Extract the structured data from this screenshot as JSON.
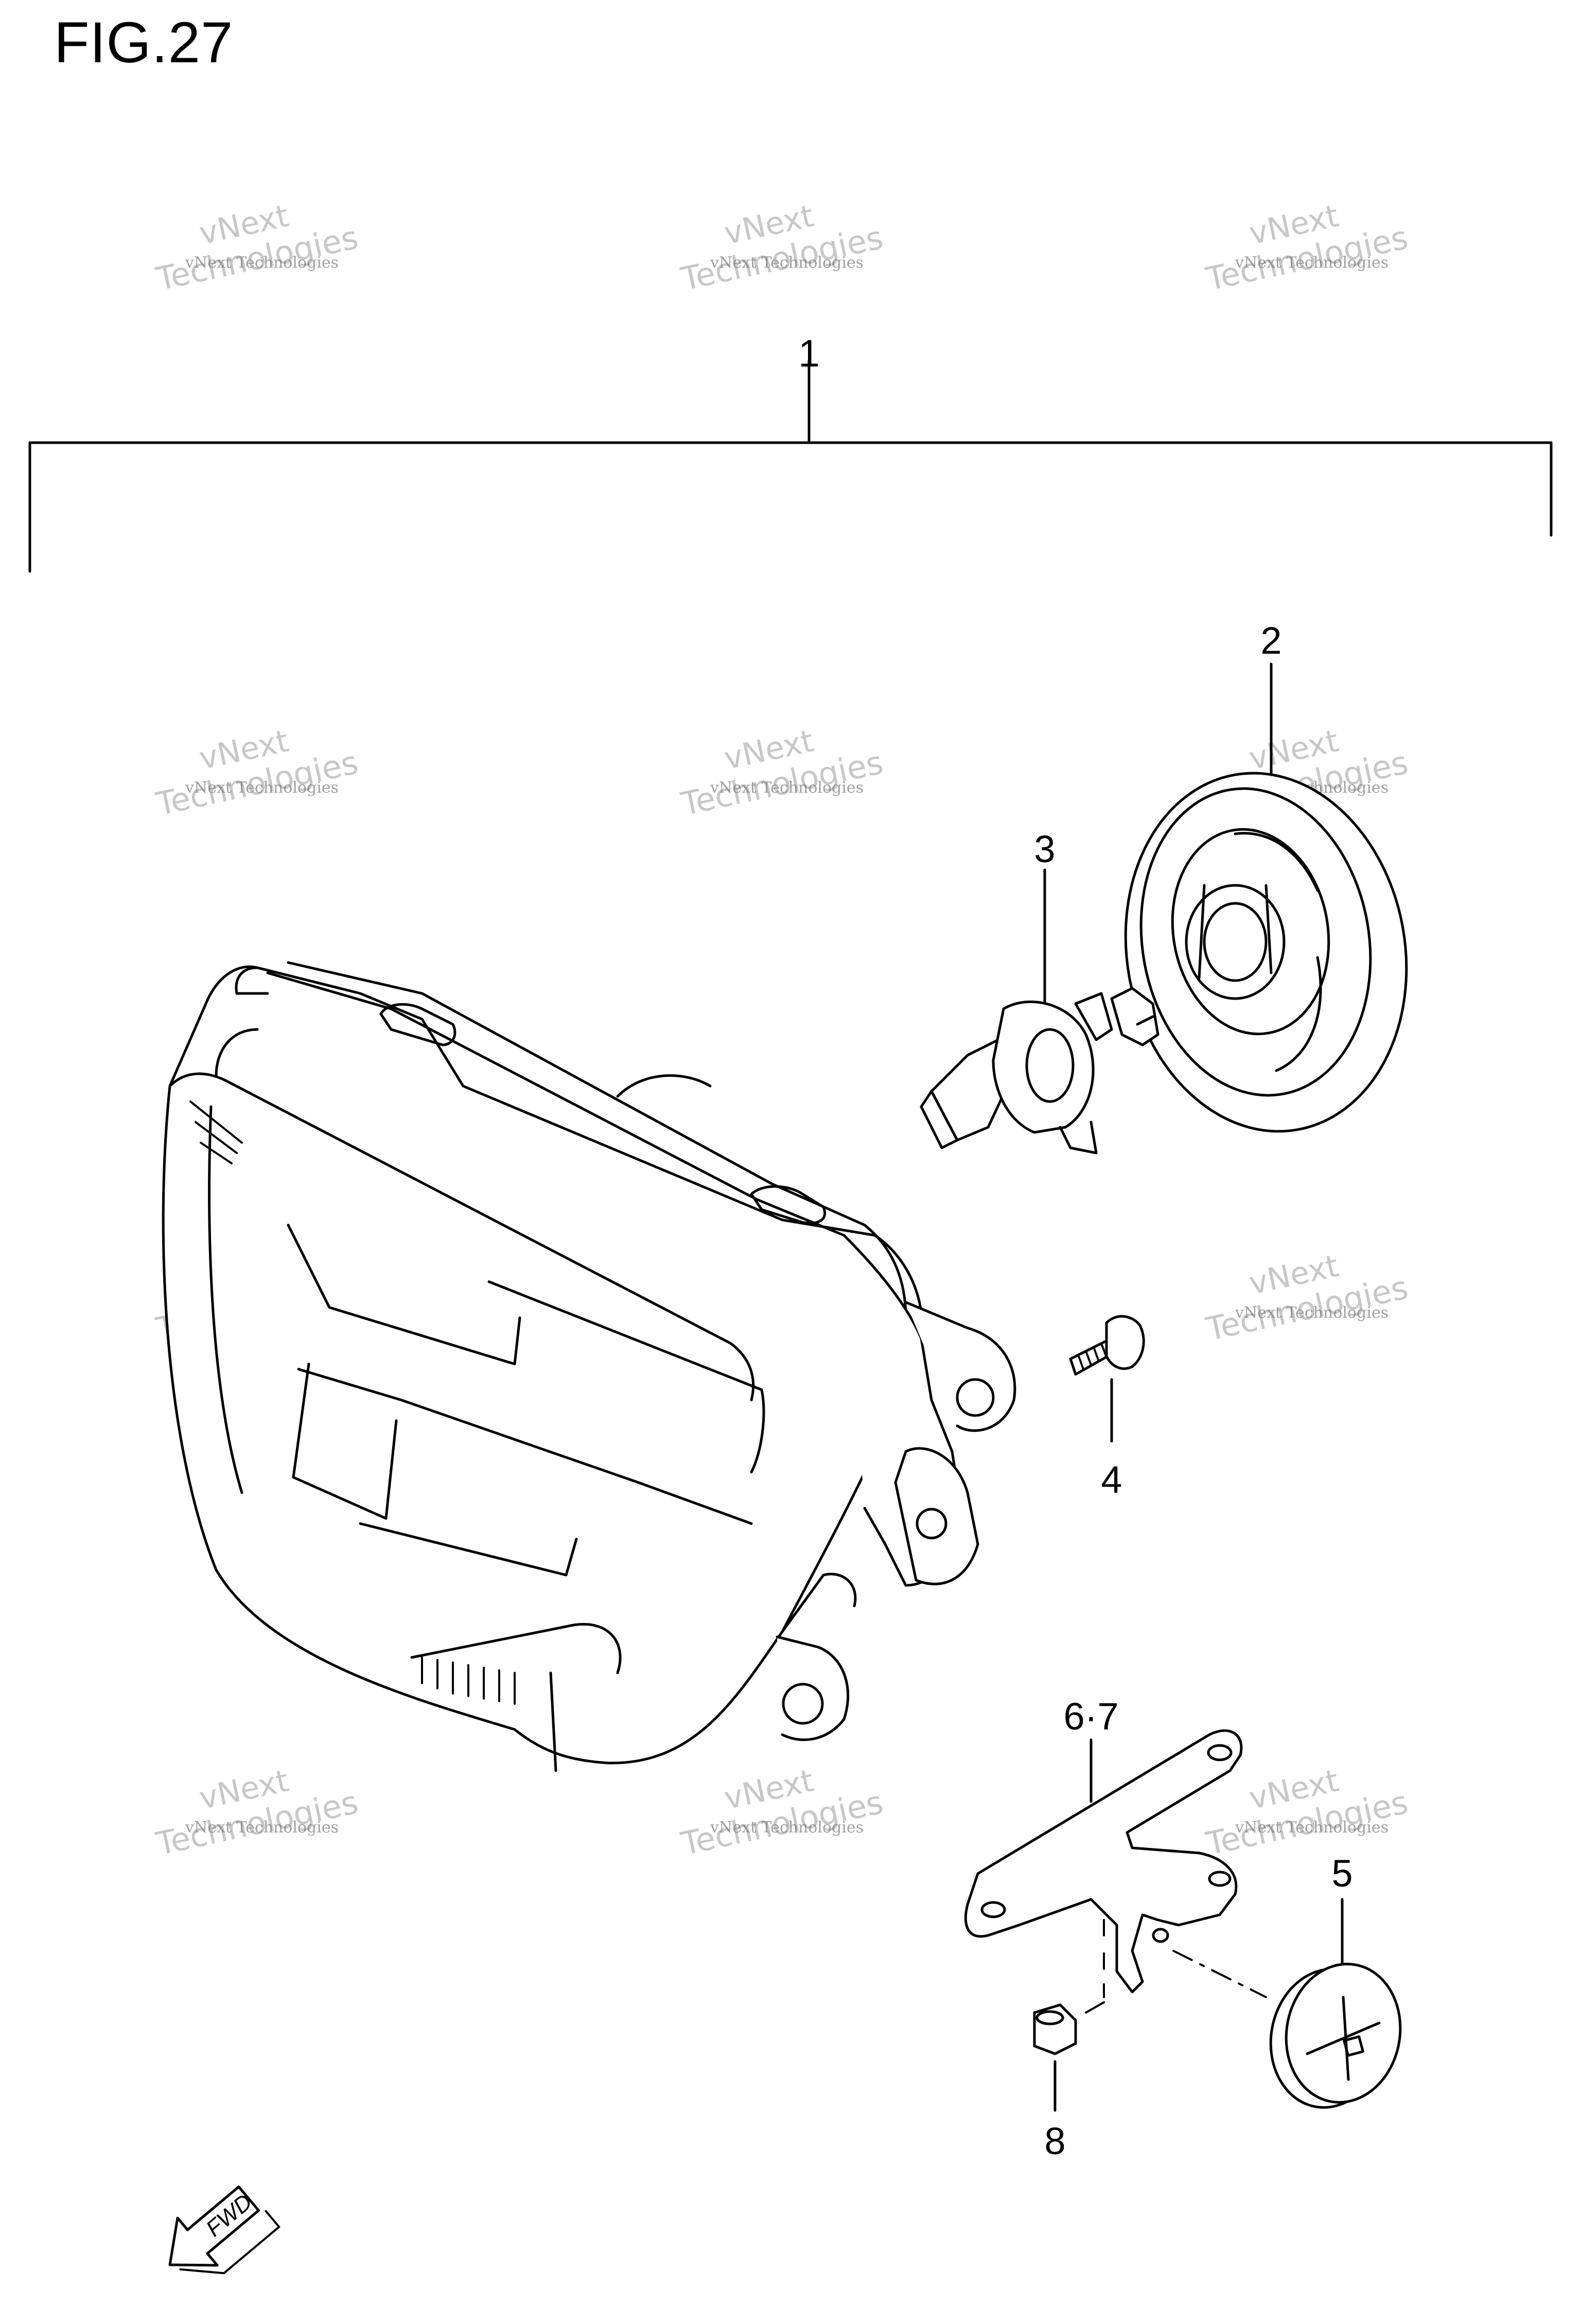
{
  "figure": {
    "title": "FIG.27"
  },
  "callouts": [
    {
      "id": "1",
      "label": "1"
    },
    {
      "id": "2",
      "label": "2"
    },
    {
      "id": "3",
      "label": "3"
    },
    {
      "id": "4",
      "label": "4"
    },
    {
      "id": "5",
      "label": "5"
    },
    {
      "id": "67",
      "label": "6·7"
    },
    {
      "id": "8",
      "label": "8"
    }
  ],
  "watermark": {
    "line1": "vNext",
    "line2": "Technologies",
    "small": "vNext Technologies"
  },
  "fwd_label": "FWD",
  "colors": {
    "ink": "#000000",
    "watermark": "#9a9a9a",
    "background": "#ffffff"
  }
}
